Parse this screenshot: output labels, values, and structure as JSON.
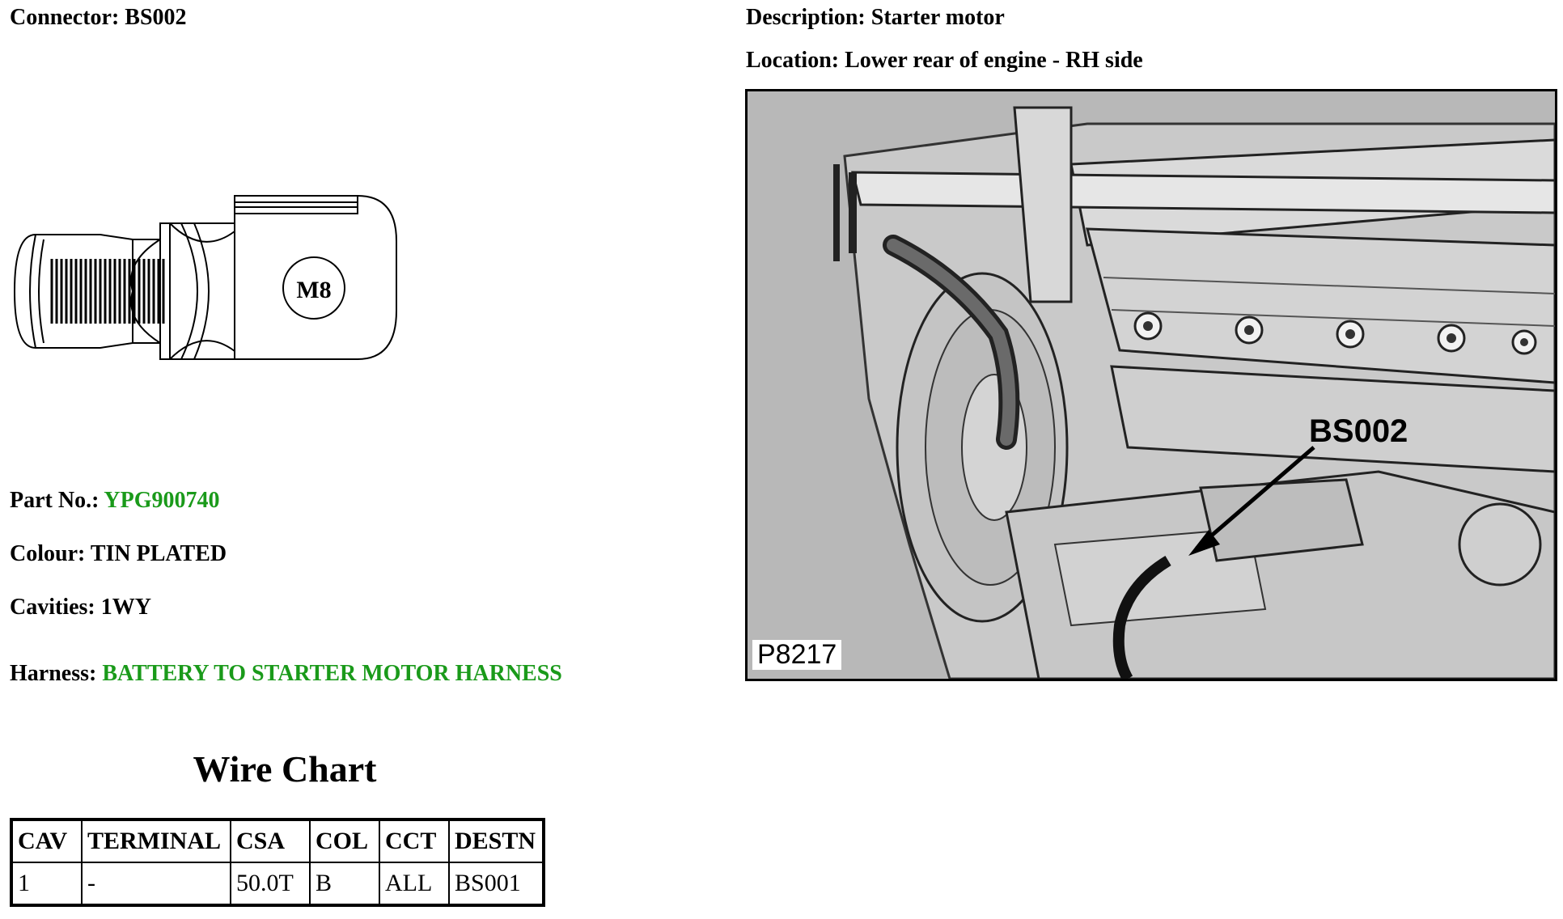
{
  "connector": {
    "label": "Connector:",
    "value": "BS002"
  },
  "description": {
    "label": "Description:",
    "value": "Starter motor"
  },
  "location": {
    "label": "Location:",
    "value": "Lower rear of engine - RH side"
  },
  "diagram": {
    "stud_marking": "M8"
  },
  "part_no": {
    "label": "Part No.:",
    "value": "YPG900740"
  },
  "colour": {
    "label": "Colour:",
    "value": "TIN PLATED"
  },
  "cavities": {
    "label": "Cavities:",
    "value": "1WY"
  },
  "harness": {
    "label": "Harness:",
    "value": "BATTERY TO STARTER MOTOR HARNESS"
  },
  "wire_chart": {
    "title": "Wire Chart",
    "headers": [
      "CAV",
      "TERMINAL",
      "CSA",
      "COL",
      "CCT",
      "DESTN"
    ],
    "rows": [
      [
        "1",
        "-",
        "50.0T",
        "B",
        "ALL",
        "BS001"
      ]
    ]
  },
  "photo": {
    "callout": "BS002",
    "image_code": "P8217"
  },
  "colors": {
    "link_green": "#1a9a1a"
  }
}
